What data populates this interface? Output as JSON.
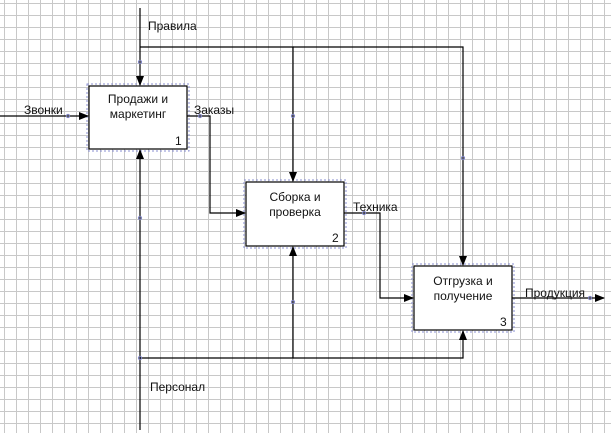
{
  "diagram": {
    "boxes": [
      {
        "title": "Продажи и маркетинг",
        "number": "1"
      },
      {
        "title": "Сборка и проверка",
        "number": "2"
      },
      {
        "title": "Отгрузка и получение",
        "number": "3"
      }
    ],
    "arrows": {
      "control": "Правила",
      "input": "Звонки",
      "orders": "Заказы",
      "equipment": "Техника",
      "output": "Продукция",
      "mechanism": "Персонал"
    }
  }
}
